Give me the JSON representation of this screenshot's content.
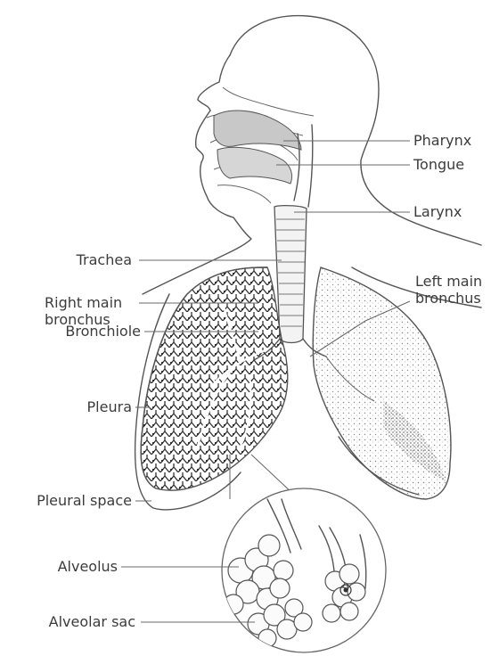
{
  "labels": {
    "pharynx": "Pharynx",
    "tongue": "Tongue",
    "larynx": "Larynx",
    "trachea": "Trachea",
    "right_main_bronchus_1": "Right main",
    "right_main_bronchus_2": "bronchus",
    "left_main_bronchus_1": "Left main",
    "left_main_bronchus_2": "bronchus",
    "bronchiole": "Bronchiole",
    "pleura": "Pleura",
    "pleural_space": "Pleural space",
    "alveolus": "Alveolus",
    "alveolar_sac": "Alveolar sac"
  },
  "colors": {
    "line": "#555555",
    "text": "#3c3c3c",
    "shade": "#8a8a8a"
  }
}
